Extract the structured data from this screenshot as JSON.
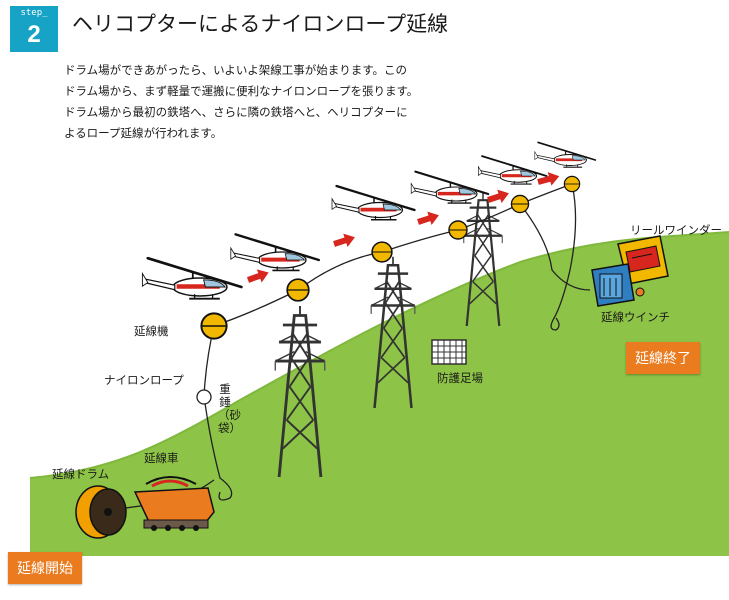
{
  "header": {
    "step_label": "step_",
    "step_number": "2",
    "title": "ヘリコプターによるナイロンロープ延線"
  },
  "description": [
    "ドラム場ができあがったら、いよいよ架線工事が始まります。この",
    "ドラム場から、まず軽量で運搬に便利なナイロンロープを張ります。",
    "ドラム場から最初の鉄塔へ、さらに隣の鉄塔へと、ヘリコプターに",
    "よるロープ延線が行われます。"
  ],
  "labels": {
    "enkosen_ki": "延線機",
    "nylon_rope": "ナイロンロープ",
    "omori": "重錘（砂袋）",
    "bogo_ashiba": "防護足場",
    "reel_winder": "リールワインダー",
    "ensen_winch": "延線ウインチ",
    "ensen_sha": "延線車",
    "ensen_drum": "延線ドラム"
  },
  "badges": {
    "start": "延線開始",
    "end": "延線終了"
  },
  "colors": {
    "accent": "#16a3c6",
    "badge": "#ea7b1f",
    "ground": "#8dc346",
    "arrow": "#d7261e",
    "reel": "#f2b800"
  }
}
